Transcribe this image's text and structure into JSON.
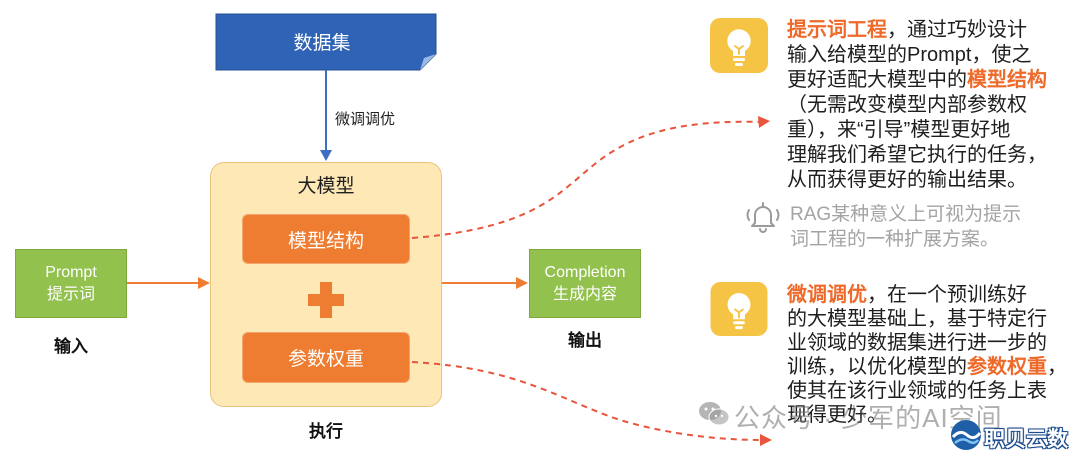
{
  "dataset": {
    "label": "数据集"
  },
  "finetune_arrow": {
    "label": "微调调优"
  },
  "model": {
    "title": "大模型",
    "structure": "模型结构",
    "weights": "参数权重",
    "caption": "执行"
  },
  "input": {
    "title": "Prompt",
    "subtitle": "提示词",
    "caption": "输入"
  },
  "output": {
    "title": "Completion",
    "subtitle": "生成内容",
    "caption": "输出"
  },
  "prompt_note": {
    "icon": "lightbulb-icon",
    "lines": [
      [
        "提示词工程",
        "，通过巧妙设计"
      ],
      [
        "输入给模型的Prompt，使之"
      ],
      [
        "更好适配大模型中的",
        "模型结构"
      ],
      [
        "（无需改变模型内部参数权"
      ],
      [
        "重），来“引导”模型更好地"
      ],
      [
        "理解我们希望它执行的任务，"
      ],
      [
        "从而获得更好的输出结果。"
      ]
    ]
  },
  "rag_note": {
    "icon": "bell-icon",
    "lines": [
      "RAG某种意义上可视为提示",
      "词工程的一种扩展方案。"
    ]
  },
  "finetune_note": {
    "icon": "lightbulb-icon",
    "lines": [
      [
        "微调调优",
        "，在一个预训练好"
      ],
      [
        "的大模型基础上，基于特定行"
      ],
      [
        "业领域的数据集进行进一步的"
      ],
      [
        "训练，以优化模型的",
        "参数权重",
        "，"
      ],
      [
        "使其在该行业领域的任务上表"
      ],
      [
        "现得更好。"
      ]
    ]
  },
  "watermark": {
    "icon": "wechat-icon",
    "text": "公众号 · 少军的AI空间"
  },
  "logo": {
    "icon": "globe-logo-icon",
    "text": "职贝云数"
  },
  "colors": {
    "dataset_blue": "#2f63b6",
    "arrow_blue": "#3d6ec3",
    "orange": "#ef7d31",
    "green": "#92c14d",
    "model_fill": "#fde8b6",
    "model_border": "#e8c37e",
    "highlight": "#ee6a2a",
    "dashed": "#e8553c",
    "icon_yellow": "#f6c445",
    "muted": "#a3a3a3"
  }
}
